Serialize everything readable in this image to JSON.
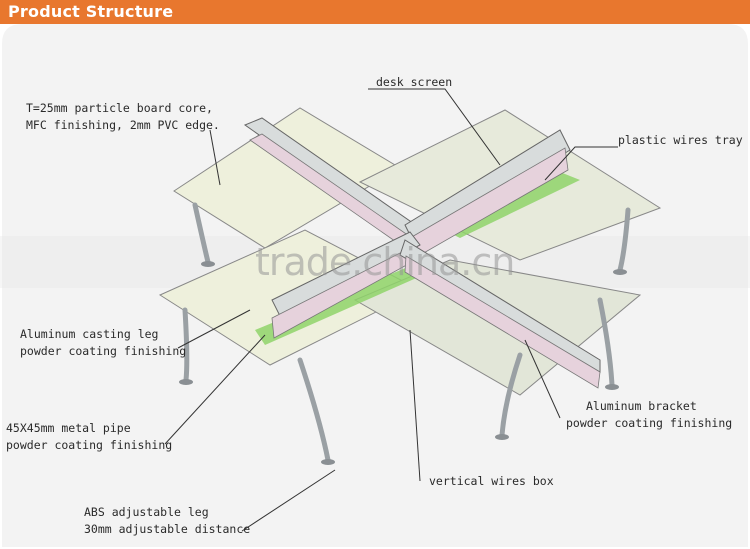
{
  "header": {
    "title": "Product Structure",
    "bg_color": "#e8772e"
  },
  "watermark": "trade.china.cn",
  "labels": {
    "desk_screen": "desk screen",
    "board_line1": "T=25mm particle board core,",
    "board_line2": "MFC finishing, 2mm PVC edge.",
    "plastic_tray": "plastic wires tray",
    "leg_line1": "Aluminum casting leg",
    "leg_line2": "powder coating finishing",
    "pipe_line1": "45X45mm metal pipe",
    "pipe_line2": "powder coating finishing",
    "bracket_line1": "Aluminum bracket",
    "bracket_line2": "powder coating finishing",
    "vertical_box": "vertical wires box",
    "abs_line1": "ABS adjustable leg",
    "abs_line2": "30mm adjustable distance"
  },
  "colors": {
    "desktop": "#eef0dc",
    "screen_frame": "#d8dcdc",
    "screen_fabric": "#e6d2dc",
    "tray_green": "#8fd46a",
    "leg": "#bfc3c6"
  }
}
